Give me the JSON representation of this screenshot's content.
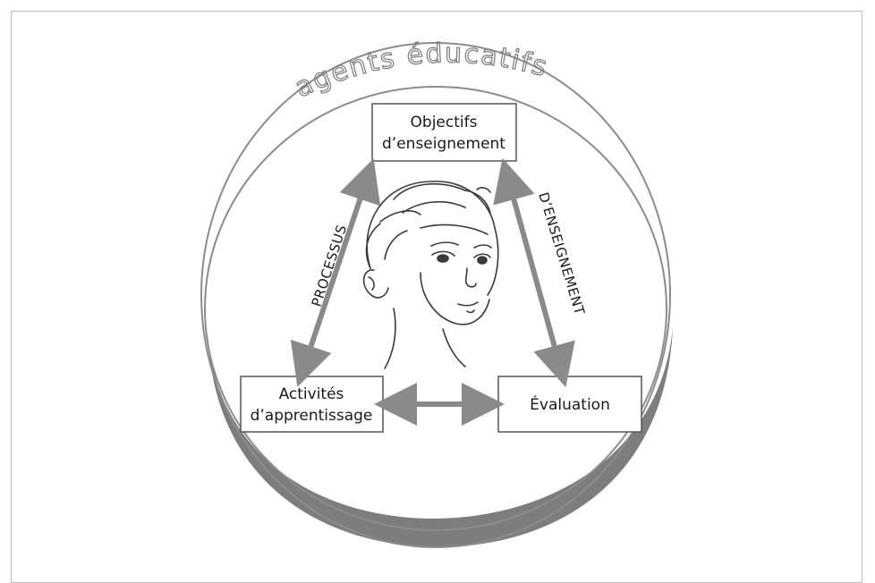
{
  "diagram": {
    "outer_label": "agents éducatifs",
    "nodes": {
      "objectives": {
        "line1": "Objectifs",
        "line2": "d’enseignement"
      },
      "activities": {
        "line1": "Activités",
        "line2": "d’apprentissage"
      },
      "evaluation": {
        "line1": "Évaluation"
      }
    },
    "arrow_labels": {
      "left": "PROCESSUS",
      "right": "D’ENSEIGNEMENT"
    },
    "colors": {
      "arrow": "#8a8a8a",
      "ring_shadow": "#7d7d7d",
      "ring_line": "#8c8c8c",
      "box_border": "#555555",
      "frame": "#bcbcbc"
    },
    "center_image": "child-face-icon"
  }
}
